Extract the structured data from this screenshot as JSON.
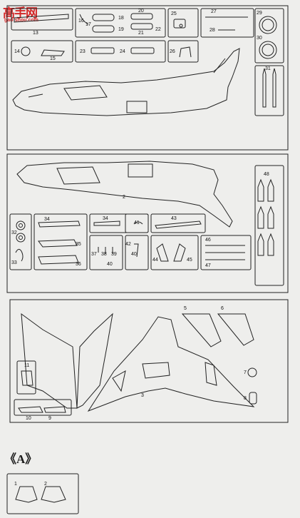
{
  "watermark": {
    "logo_text": "高手网",
    "site": "gao-shou.com"
  },
  "section_label": "《A》",
  "sprue1": {
    "part_numbers": [
      "13",
      "16",
      "17",
      "18",
      "19",
      "20",
      "21",
      "22",
      "25",
      "27",
      "28",
      "29",
      "30",
      "14",
      "15",
      "23",
      "24",
      "26",
      "31"
    ]
  },
  "sprue2": {
    "part_numbers": [
      "2",
      "48",
      "32",
      "34",
      "34",
      "35",
      "36",
      "33",
      "37",
      "38",
      "39",
      "40",
      "41",
      "42",
      "40",
      "43",
      "44",
      "45",
      "46",
      "47"
    ]
  },
  "sprue3": {
    "part_numbers": [
      "5",
      "6",
      "11",
      "7",
      "3",
      "8",
      "10",
      "9"
    ]
  },
  "sprueA": {
    "part_numbers": [
      "1",
      "2"
    ]
  }
}
